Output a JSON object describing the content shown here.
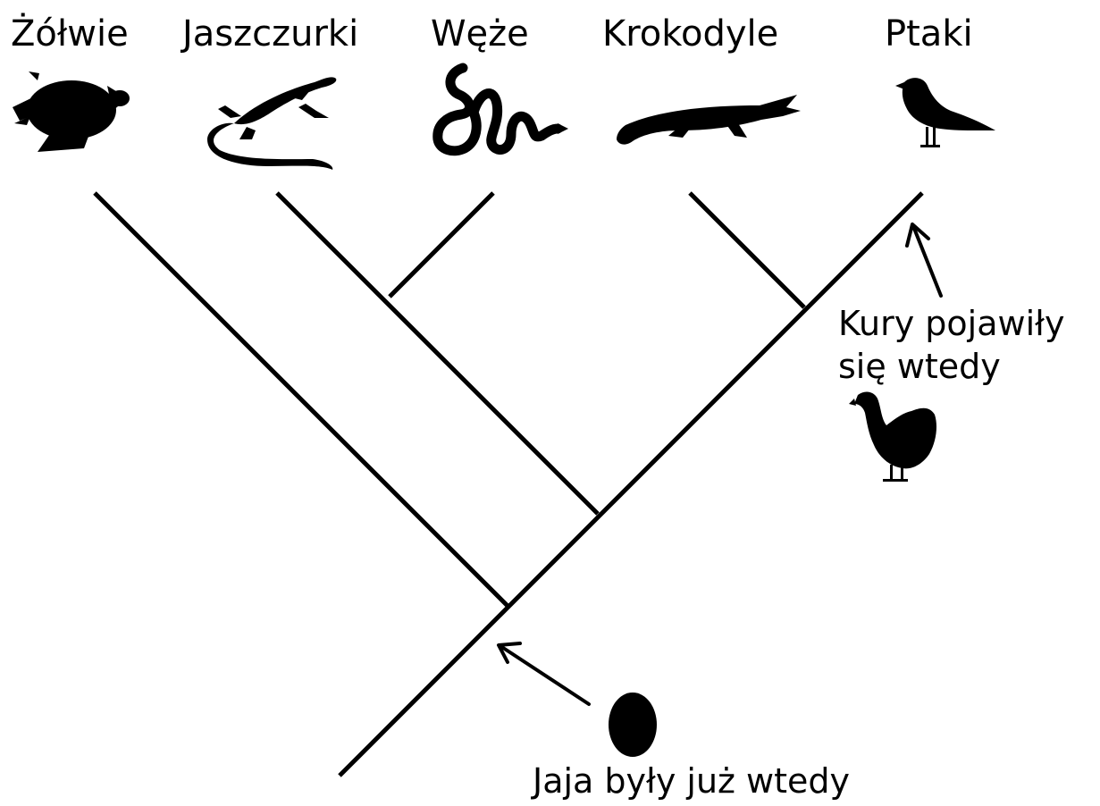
{
  "taxa": [
    {
      "label": "Żółwie",
      "icon": "turtle-icon"
    },
    {
      "label": "Jaszczurki",
      "icon": "lizard-icon"
    },
    {
      "label": "Węże",
      "icon": "snake-icon"
    },
    {
      "label": "Krokodyle",
      "icon": "crocodile-icon"
    },
    {
      "label": "Ptaki",
      "icon": "bird-icon"
    }
  ],
  "annotations": {
    "chickens_line1": "Kury pojawiły",
    "chickens_line2": "się wtedy",
    "eggs": "Jaja były już wtedy"
  },
  "colors": {
    "ink": "#000000",
    "background": "#ffffff"
  }
}
